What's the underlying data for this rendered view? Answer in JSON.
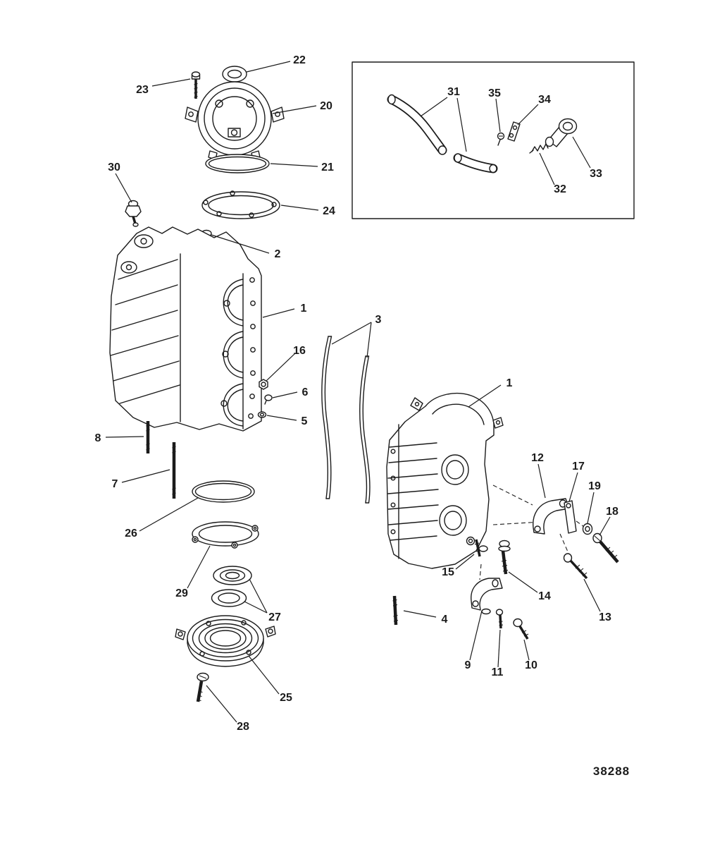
{
  "diagram": {
    "drawing_number": "38288",
    "callouts": [
      {
        "label": "23"
      },
      {
        "label": "22"
      },
      {
        "label": "20"
      },
      {
        "label": "21"
      },
      {
        "label": "24"
      },
      {
        "label": "30"
      },
      {
        "label": "2"
      },
      {
        "label": "1"
      },
      {
        "label": "16"
      },
      {
        "label": "6"
      },
      {
        "label": "5"
      },
      {
        "label": "3"
      },
      {
        "label": "8"
      },
      {
        "label": "7"
      },
      {
        "label": "26"
      },
      {
        "label": "29"
      },
      {
        "label": "27"
      },
      {
        "label": "25"
      },
      {
        "label": "28"
      },
      {
        "label": "31"
      },
      {
        "label": "35"
      },
      {
        "label": "34"
      },
      {
        "label": "33"
      },
      {
        "label": "32"
      },
      {
        "label": "1"
      },
      {
        "label": "12"
      },
      {
        "label": "17"
      },
      {
        "label": "19"
      },
      {
        "label": "18"
      },
      {
        "label": "15"
      },
      {
        "label": "14"
      },
      {
        "label": "13"
      },
      {
        "label": "4"
      },
      {
        "label": "9"
      },
      {
        "label": "11"
      },
      {
        "label": "10"
      }
    ]
  }
}
